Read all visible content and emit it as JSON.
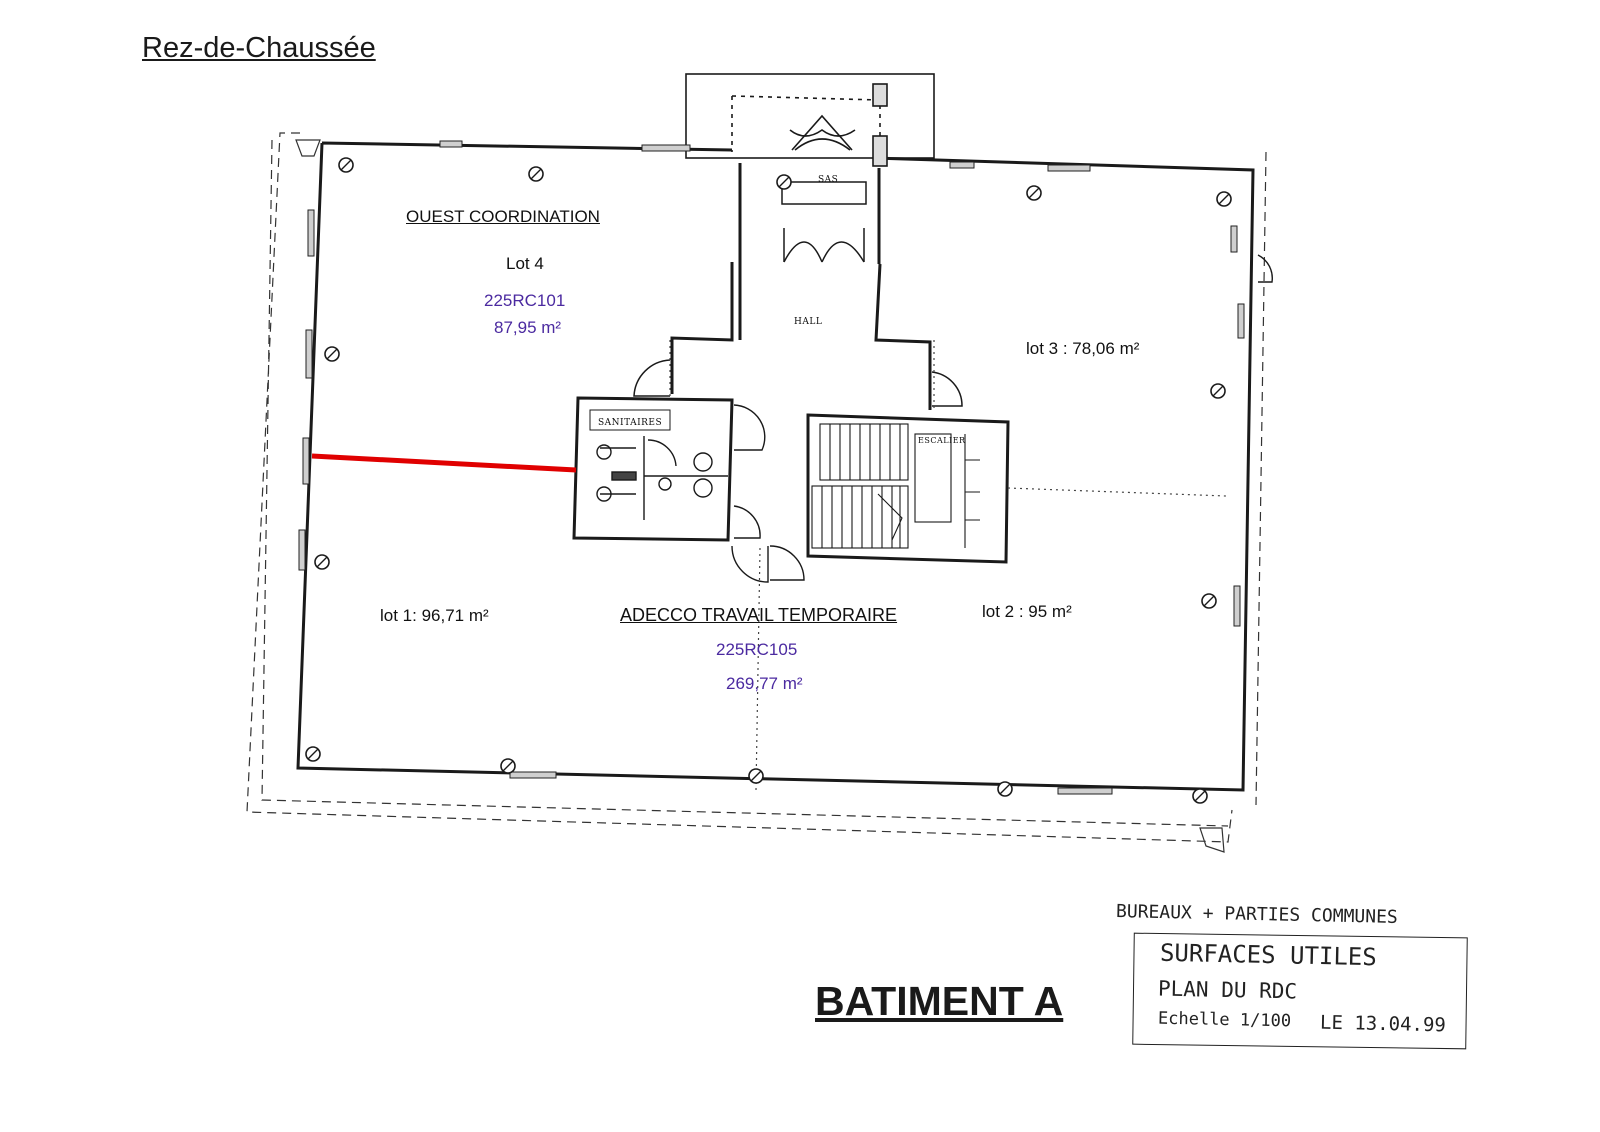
{
  "page": {
    "level_title": "Rez-de-Chaussée",
    "building_title": "BATIMENT A"
  },
  "rooms": {
    "west": {
      "tenant": "OUEST COORDINATION",
      "lot": "Lot 4",
      "ref": "225RC101",
      "area": "87,95 m²"
    },
    "lot3": {
      "label": "lot 3 : 78,06 m²"
    },
    "lot1": {
      "label": "lot 1: 96,71 m²"
    },
    "lot2": {
      "label": "lot 2 : 95 m²"
    },
    "adecco": {
      "tenant": "ADECCO TRAVAIL TEMPORAIRE",
      "ref": "225RC105",
      "area": "269,77 m²"
    }
  },
  "plan_labels": {
    "sas": "SAS",
    "hall": "HALL",
    "sanitaires": "SANITAIRES",
    "escalier": "ESCALIER"
  },
  "stamp": {
    "header": "BUREAUX + PARTIES COMMUNES",
    "line1": "SURFACES UTILES",
    "line2": "PLAN DU RDC",
    "scale": "Echelle 1/100",
    "date": "LE 13.04.99"
  },
  "colors": {
    "wall": "#1a1a1a",
    "tenant_ref": "#4b2aa0",
    "partition_highlight": "#e00000"
  }
}
